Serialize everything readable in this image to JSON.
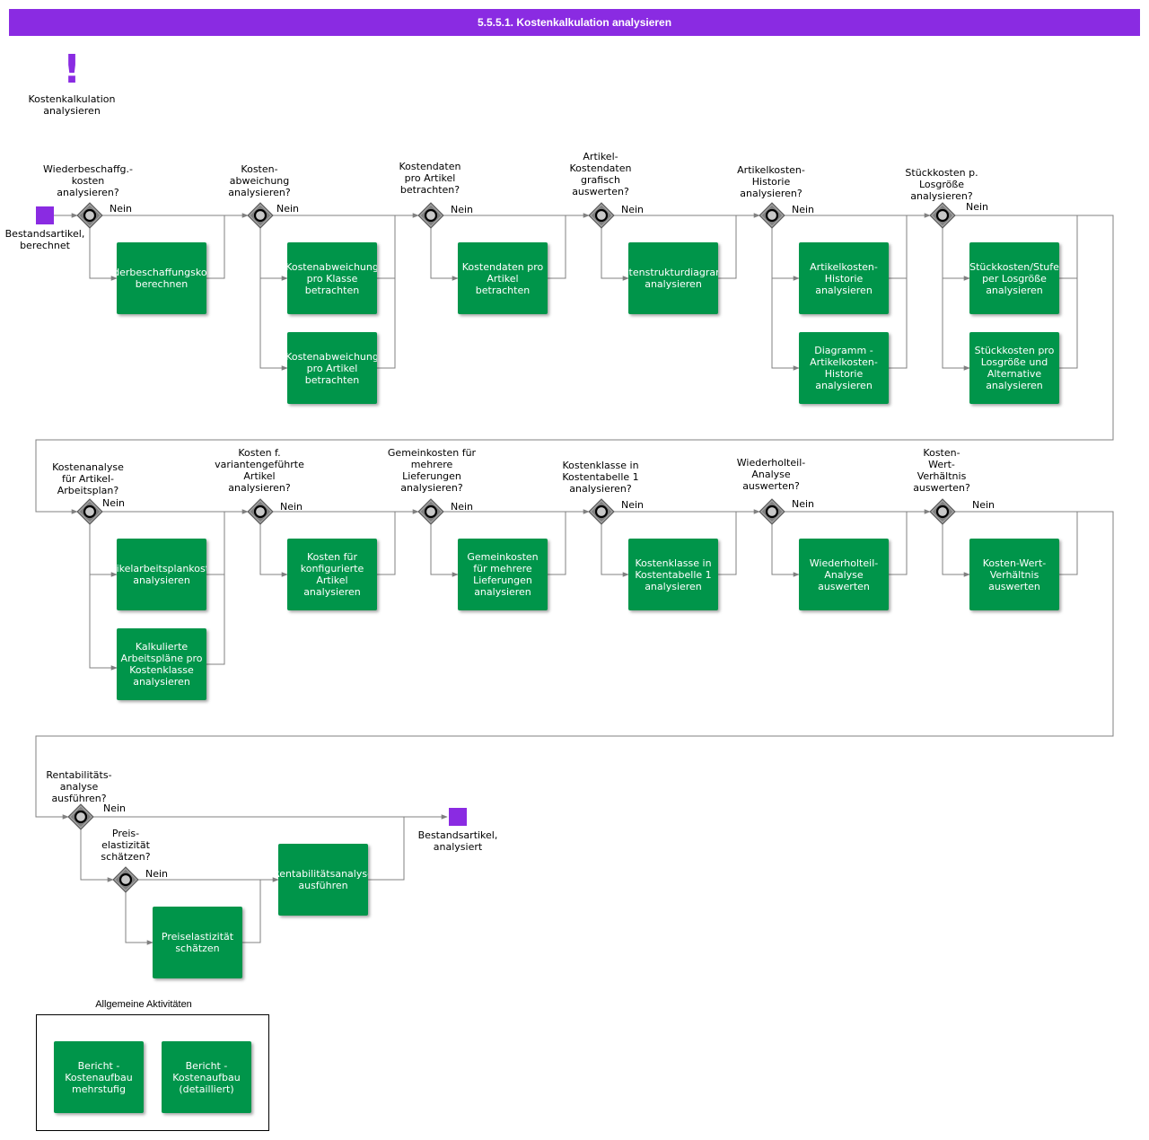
{
  "header": {
    "title": "5.5.5.1. Kostenkalkulation analysieren"
  },
  "process": {
    "icon": "exclamation-icon",
    "label": "Kostenkalkulation\nanalysieren"
  },
  "colors": {
    "header": "#8a2be2",
    "event": "#8a2be2",
    "activity": "#00954a",
    "gateway": "#808080",
    "connector": "#808080"
  },
  "no_label": "Nein",
  "events": {
    "start": {
      "label": "Bestandsartikel,\nberechnet"
    },
    "end": {
      "label": "Bestandsartikel,\nanalysiert"
    }
  },
  "gateways": [
    {
      "question": "Wiederbeschaffg.-\nkosten\nanalysieren?"
    },
    {
      "question": "Kosten-\nabweichung\nanalysieren?"
    },
    {
      "question": "Kostendaten\npro Artikel\nbetrachten?"
    },
    {
      "question": "Artikel-\nKostendaten\ngrafisch\nauswerten?"
    },
    {
      "question": "Artikelkosten-\nHistorie\nanalysieren?"
    },
    {
      "question": "Stückkosten p.\nLosgröße\nanalysieren?"
    },
    {
      "question": "Kostenanalyse\nfür Artikel-\nArbeitsplan?"
    },
    {
      "question": "Kosten f.\nvariantengeführte\nArtikel\nanalysieren?"
    },
    {
      "question": "Gemeinkosten für\nmehrere\nLieferungen\nanalysieren?"
    },
    {
      "question": "Kostenklasse in\nKostentabelle 1\nanalysieren?"
    },
    {
      "question": "Wiederholteil-\nAnalyse\nauswerten?"
    },
    {
      "question": "Kosten-\nWert-\nVerhältnis\nauswerten?"
    },
    {
      "question": "Rentabilitäts-\nanalyse\nausführen?"
    },
    {
      "question": "Preis-\nelastizität\nschätzen?"
    }
  ],
  "activities": [
    {
      "label": "Wiederbeschaffungskosten\nberechnen"
    },
    {
      "label": "Kostenabweichung\npro Klasse\nbetrachten"
    },
    {
      "label": "Kostenabweichung\npro Artikel\nbetrachten"
    },
    {
      "label": "Kostendaten pro\nArtikel\nbetrachten"
    },
    {
      "label": "Kostenstrukturdiagramm\nanalysieren"
    },
    {
      "label": "Artikelkosten-\nHistorie\nanalysieren"
    },
    {
      "label": "Diagramm -\nArtikelkosten-\nHistorie\nanalysieren"
    },
    {
      "label": "Stückkosten/Stufe\nper Losgröße\nanalysieren"
    },
    {
      "label": "Stückkosten pro\nLosgröße und\nAlternative\nanalysieren"
    },
    {
      "label": "Artikelarbeitsplankosten\nanalysieren"
    },
    {
      "label": "Kalkulierte\nArbeitspläne pro\nKostenklasse\nanalysieren"
    },
    {
      "label": "Kosten für\nkonfigurierte\nArtikel\nanalysieren"
    },
    {
      "label": "Gemeinkosten\nfür mehrere\nLieferungen\nanalysieren"
    },
    {
      "label": "Kostenklasse in\nKostentabelle 1\nanalysieren"
    },
    {
      "label": "Wiederholteil-\nAnalyse\nauswerten"
    },
    {
      "label": "Kosten-Wert-\nVerhältnis\nauswerten"
    },
    {
      "label": "Rentabilitätsanalyse\nausführen"
    },
    {
      "label": "Preiselastizität\nschätzen"
    }
  ],
  "legend": {
    "title": "Allgemeine Aktivitäten",
    "items": [
      {
        "label": "Bericht -\nKostenaufbau\nmehrstufig"
      },
      {
        "label": "Bericht -\nKostenaufbau\n(detailliert)"
      }
    ]
  }
}
